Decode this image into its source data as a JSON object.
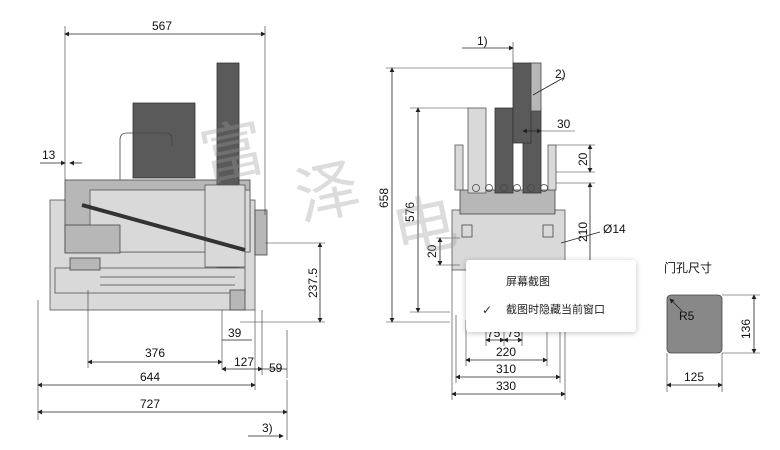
{
  "watermark": {
    "c1": "富",
    "c2": "泽",
    "c3": "电"
  },
  "left_view": {
    "dims": {
      "d567": "567",
      "d13": "13",
      "d2375": "237.5",
      "d39": "39",
      "d376": "376",
      "d127": "127",
      "d59": "59",
      "d644": "644",
      "d727": "727",
      "note3": "3)"
    }
  },
  "middle_view": {
    "dims": {
      "note1": "1)",
      "note2": "2)",
      "d30": "30",
      "d20a": "20",
      "d658": "658",
      "d576": "576",
      "d210": "210",
      "d14": "Ø14",
      "d20b": "20",
      "d75a": "75",
      "d75b": "75",
      "d220": "220",
      "d310": "310",
      "d330": "330"
    }
  },
  "door_cutout": {
    "title": "门孔尺寸",
    "radius": "R5",
    "height": "136",
    "width": "125",
    "fill_color": "#888888"
  },
  "context_menu": {
    "item_screenshot": "屏幕截图",
    "item_hide_window": "截图时隐藏当前窗口",
    "check_icon": "✓"
  }
}
